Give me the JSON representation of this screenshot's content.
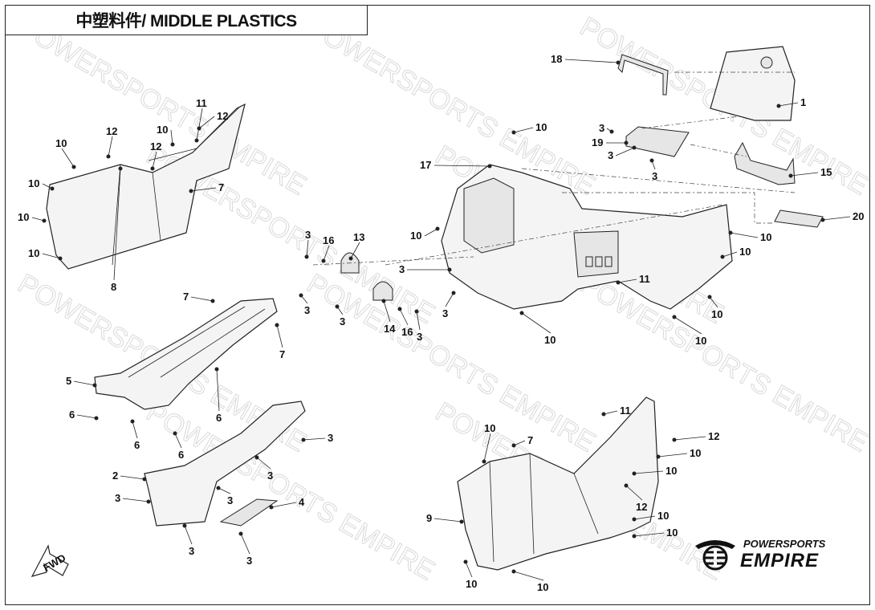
{
  "title": "中塑料件/ MIDDLE PLASTICS",
  "watermark": "POWERSPORTS EMPIRE",
  "fwd_label": "FWD",
  "logo": {
    "top": "POWERSPORTS",
    "bottom": "EMPIRE"
  },
  "callouts": [
    "11",
    "12",
    "10",
    "12",
    "10",
    "12",
    "10",
    "7",
    "10",
    "10",
    "8",
    "7",
    "7",
    "5",
    "6",
    "6",
    "6",
    "6",
    "3",
    "2",
    "3",
    "3",
    "3",
    "4",
    "3",
    "3",
    "3",
    "16",
    "13",
    "3",
    "3",
    "14",
    "16",
    "3",
    "3",
    "18",
    "1",
    "10",
    "3",
    "19",
    "3",
    "3",
    "17",
    "15",
    "20",
    "10",
    "10",
    "10",
    "11",
    "3",
    "10",
    "10",
    "10",
    "11",
    "10",
    "7",
    "12",
    "10",
    "10",
    "12",
    "10",
    "10",
    "9",
    "10",
    "10"
  ]
}
